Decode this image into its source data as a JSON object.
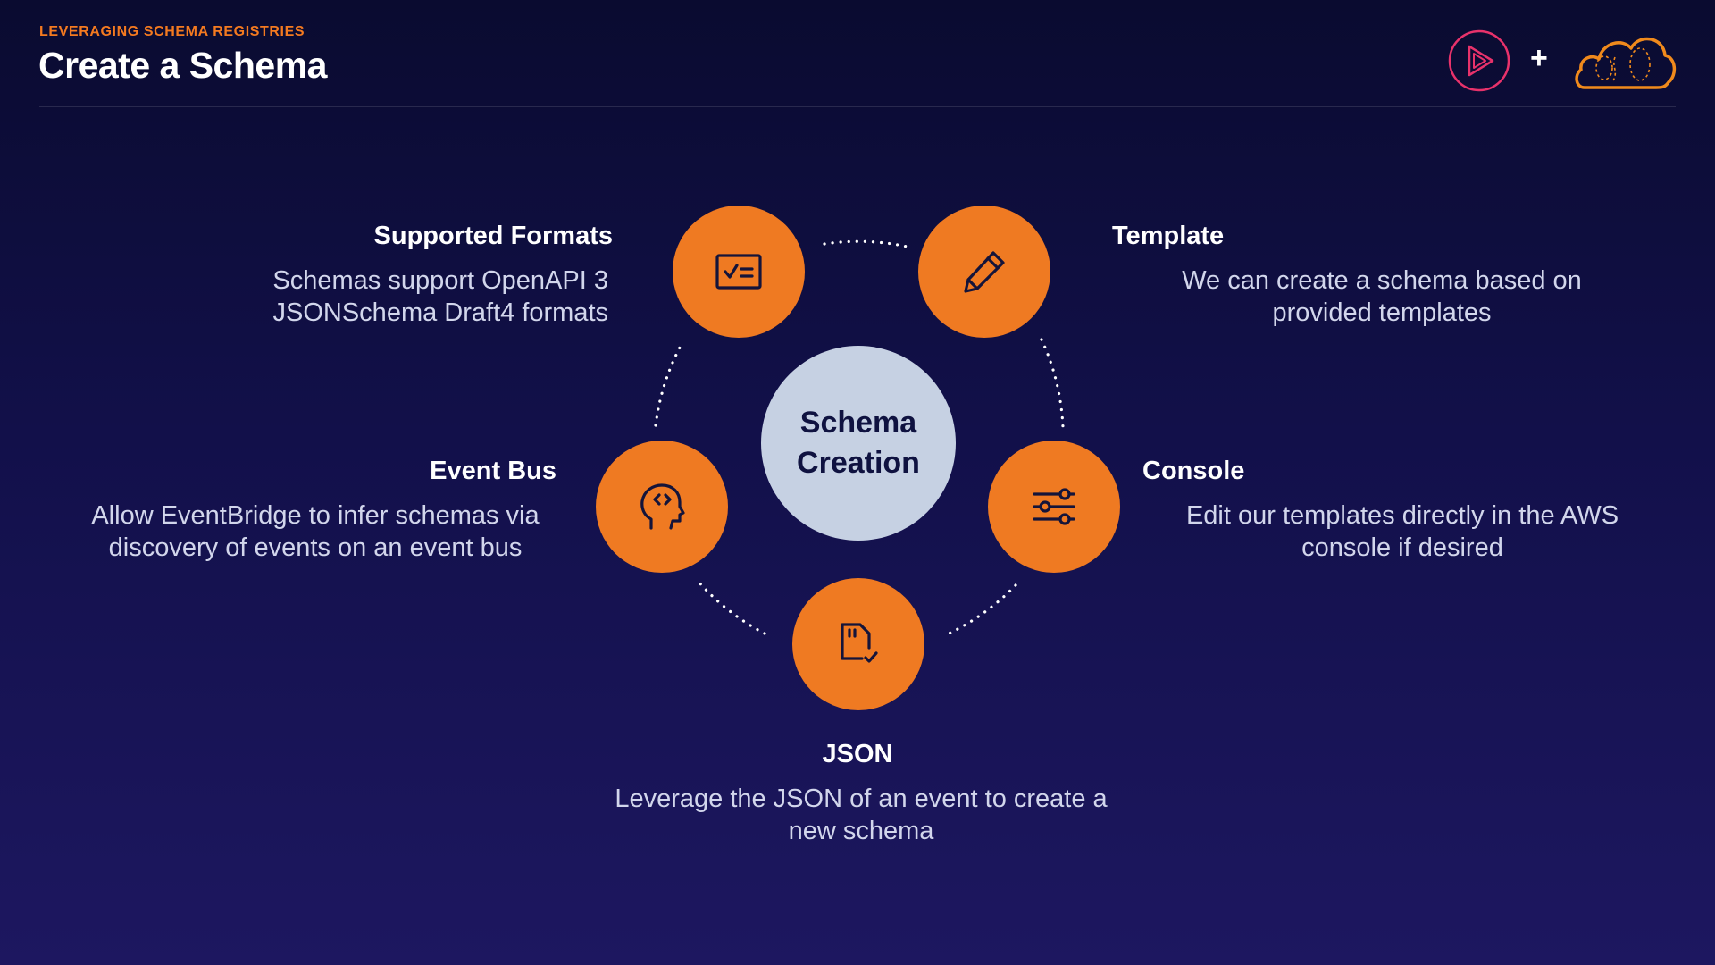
{
  "header": {
    "eyebrow": "LEVERAGING SCHEMA REGISTRIES",
    "title": "Create a Schema",
    "plus": "+"
  },
  "colors": {
    "accent": "#ef7a22",
    "center_fill": "#c6d1e3",
    "background_top": "#0a0b30",
    "background_bottom": "#1d1760",
    "pluralsight_red": "#e8326b"
  },
  "diagram": {
    "center": {
      "line1": "Schema",
      "line2": "Creation"
    },
    "nodes": [
      {
        "key": "supported-formats",
        "icon": "checklist-card-icon",
        "title": "Supported Formats",
        "description": "Schemas support OpenAPI 3\nJSONSchema Draft4 formats"
      },
      {
        "key": "template",
        "icon": "pencil-icon",
        "title": "Template",
        "description": "We can create a schema based on\nprovided templates"
      },
      {
        "key": "console",
        "icon": "sliders-icon",
        "title": "Console",
        "description": "Edit our templates directly in the AWS\nconsole if desired"
      },
      {
        "key": "json",
        "icon": "file-check-icon",
        "title": "JSON",
        "description": "Leverage the JSON of an event to create a\nnew schema"
      },
      {
        "key": "event-bus",
        "icon": "head-code-icon",
        "title": "Event Bus",
        "description": "Allow EventBridge to infer schemas via\ndiscovery of events on an event bus"
      }
    ]
  }
}
